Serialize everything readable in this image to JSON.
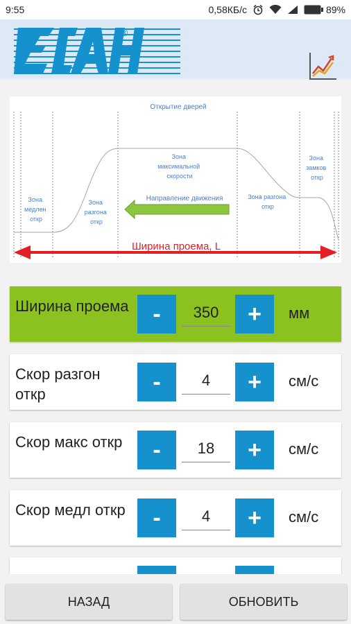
{
  "status": {
    "time": "9:55",
    "network_speed": "0,58КБ/с",
    "battery": "89%"
  },
  "header": {
    "logo_icon": "company-logo",
    "chart_icon": "line-chart-icon"
  },
  "diagram": {
    "title": "Открытие дверей",
    "zone_slow": [
      "Зона",
      "медлен",
      "откр"
    ],
    "zone_accel": [
      "Зона",
      "разгона",
      "откр"
    ],
    "zone_max": [
      "Зона",
      "максимальной",
      "скорости"
    ],
    "direction": "Направление движения",
    "zone_accel2": [
      "Зона разгона",
      "откр"
    ],
    "zone_lock": [
      "Зона",
      "замков",
      "откр"
    ],
    "width_label": "Ширина проема, L",
    "colors": {
      "arrow": "#e31e24",
      "direction_arrow": "#8cc63f",
      "text": "#4f7fbf"
    }
  },
  "params": [
    {
      "label": "Ширина проема",
      "value": "350",
      "unit": "мм",
      "minus": "-",
      "plus": "+",
      "active": true
    },
    {
      "label": "Скор разгон откр",
      "value": "4",
      "unit": "см/с",
      "minus": "-",
      "plus": "+",
      "active": false
    },
    {
      "label": "Скор макс откр",
      "value": "18",
      "unit": "см/с",
      "minus": "-",
      "plus": "+",
      "active": false
    },
    {
      "label": "Скор медл откр",
      "value": "4",
      "unit": "см/с",
      "minus": "-",
      "plus": "+",
      "active": false
    }
  ],
  "partial_card": {
    "minus": "-",
    "plus": "+"
  },
  "buttons": {
    "back": "НАЗАД",
    "update": "ОБНОВИТЬ"
  },
  "colors": {
    "accent_blue": "#1591cd",
    "active_green": "#8cc21f",
    "header_bg": "#dde9f7"
  }
}
